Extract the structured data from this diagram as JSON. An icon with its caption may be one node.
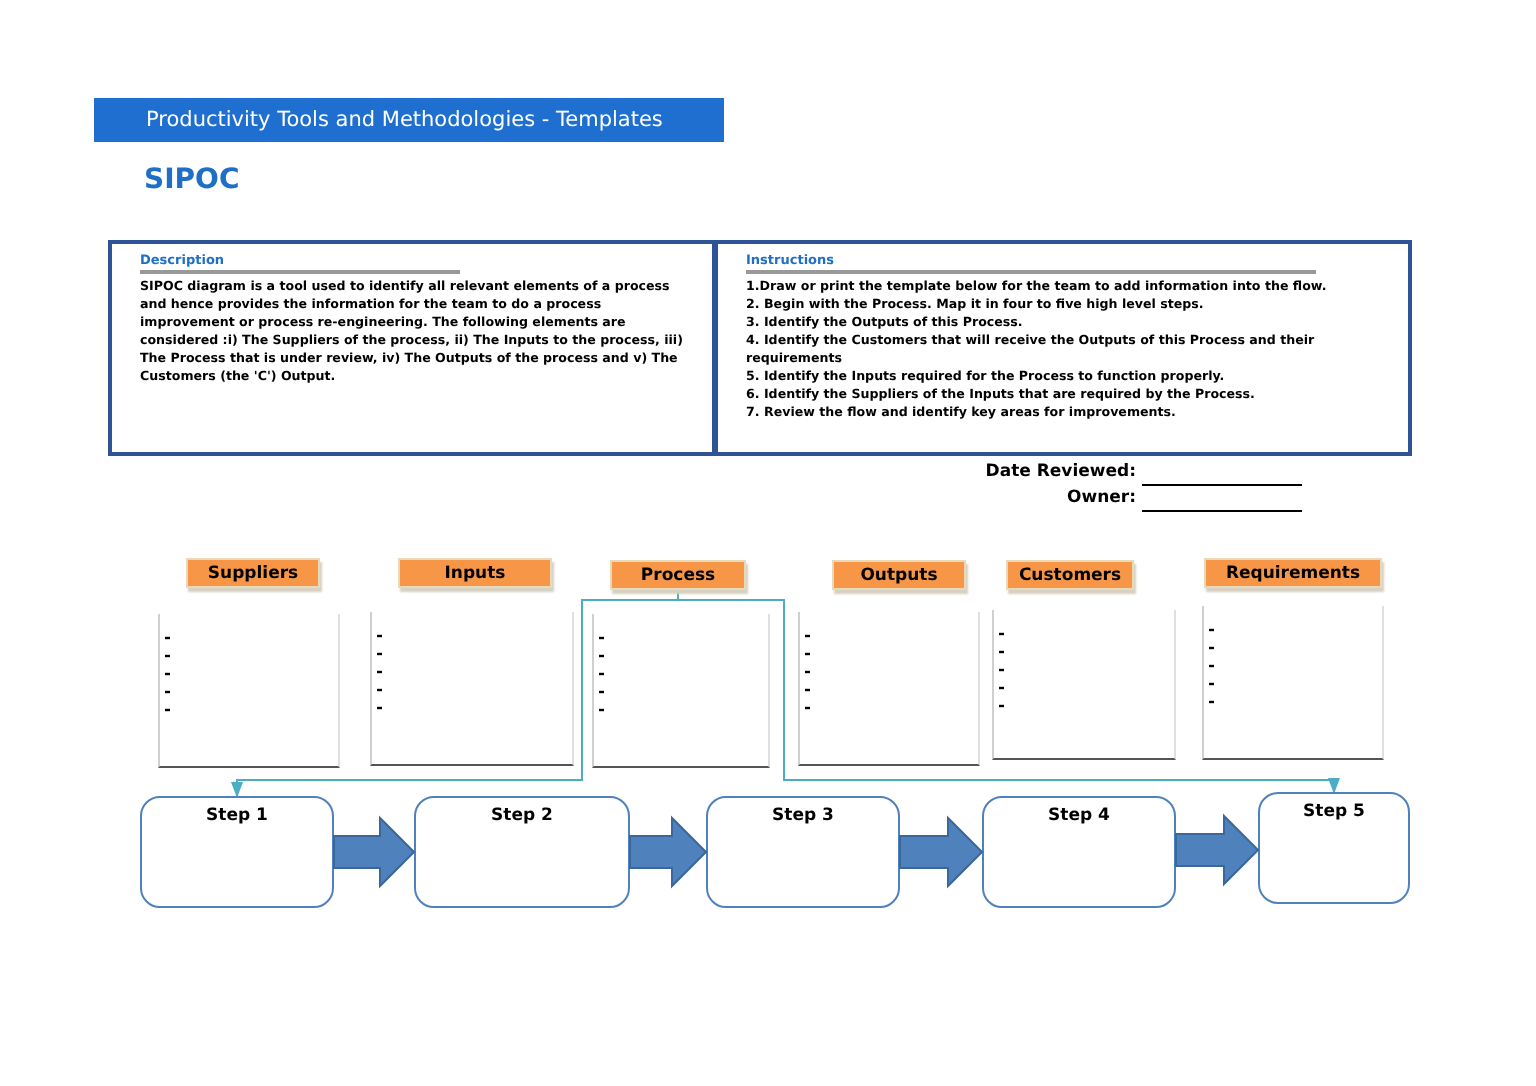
{
  "diagram": {
    "title": "SIPOC",
    "nodes": [
      {
        "text": [
          "Productivity Tools and Methodologies - Templates"
        ]
      },
      {
        "text": [
          "Description",
          "SIPOC diagram is a tool used to identify all relevant elements of a process and hence provides the information for the team to do a process improvement or process re-engineering. The following elements are considered :i) The Suppliers of the process, ii) The Inputs to the process, iii) The Process that is under review, iv) The Outputs of the process and v) The Customers (the 'C') Output."
        ]
      },
      {
        "text": [
          "Instructions",
          "1.Draw or print the template below for the team to add information into the flow.",
          "2. Begin with the Process. Map it in four to five high level steps.",
          "3. Identify the Outputs of this Process.",
          "4. Identify the Customers that will receive the Outputs of this Process and their requirements",
          "5. Identify the Inputs required for the Process to function properly.",
          "6. Identify the Suppliers of the Inputs that are required by the Process.",
          "7. Review the flow and identify key areas for improvements."
        ]
      },
      {
        "text": [
          "Suppliers"
        ]
      },
      {
        "text": [
          "Inputs"
        ]
      },
      {
        "text": [
          "Process"
        ]
      },
      {
        "text": [
          "Outputs"
        ]
      },
      {
        "text": [
          "Customers"
        ]
      },
      {
        "text": [
          "Requirements"
        ]
      },
      {
        "text": [],
        "shape": "box"
      },
      {
        "text": [],
        "shape": "box"
      },
      {
        "text": [],
        "shape": "box"
      },
      {
        "text": [],
        "shape": "box"
      },
      {
        "text": [],
        "shape": "box"
      },
      {
        "text": [],
        "shape": "box"
      },
      {
        "text": [
          "Step 1"
        ]
      },
      {
        "text": [
          "Step 2"
        ]
      },
      {
        "text": [
          "Step 3"
        ]
      },
      {
        "text": [
          "Step 4"
        ]
      },
      {
        "text": [
          "Step 5"
        ]
      }
    ],
    "edges": [
      {
        "from": 15,
        "to": 16,
        "arrow": "to",
        "style": "thick"
      },
      {
        "from": 16,
        "to": 17,
        "arrow": "to",
        "style": "thick"
      },
      {
        "from": 17,
        "to": 18,
        "arrow": "to",
        "style": "thick"
      },
      {
        "from": 18,
        "to": 19,
        "arrow": "to",
        "style": "thick"
      },
      {
        "from": 5,
        "to": 15,
        "arrow": "to",
        "color": "#4bacc6"
      },
      {
        "from": 5,
        "to": 19,
        "arrow": "to",
        "color": "#4bacc6"
      }
    ],
    "labels": [
      "Date Reviewed:",
      "Owner:"
    ]
  }
}
